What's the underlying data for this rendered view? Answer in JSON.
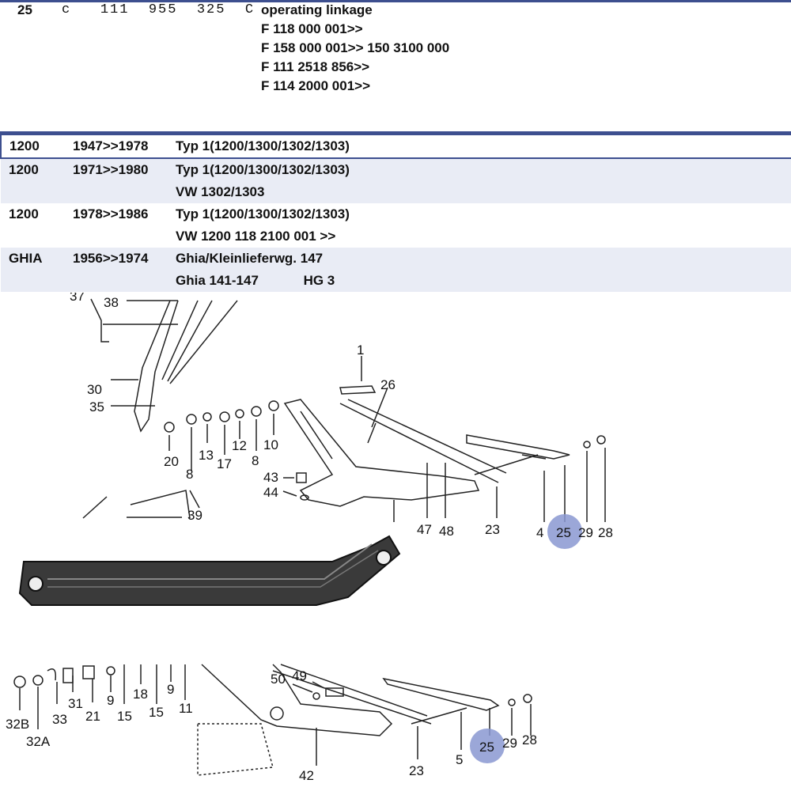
{
  "part": {
    "position": "25",
    "code_letter": "c",
    "number": "111  955  325  C",
    "description_lines": [
      "operating linkage",
      "F 118  000 001>>",
      "F 158  000 001>> 150 3100 000",
      "F 111 2518 856>>",
      "F 114 2000 001>>"
    ]
  },
  "models": [
    {
      "model": "1200",
      "years": "1947>>1978",
      "lines": [
        "Typ 1(1200/1300/1302/1303)"
      ]
    },
    {
      "model": "1200",
      "years": "1971>>1980",
      "lines": [
        "Typ 1(1200/1300/1302/1303)",
        "VW 1302/1303"
      ]
    },
    {
      "model": "1200",
      "years": "1978>>1986",
      "lines": [
        "Typ 1(1200/1300/1302/1303)",
        "VW 1200  118 2100 001 >>"
      ]
    },
    {
      "model": "GHIA",
      "years": "1956>>1974",
      "lines": [
        "Ghia/Kleinlieferwg. 147",
        "Ghia 141-147            HG 3"
      ]
    }
  ],
  "diagram_labels": {
    "upper": [
      "37",
      "38",
      "30",
      "35",
      "1",
      "26",
      "20",
      "8",
      "13",
      "17",
      "12",
      "8",
      "10",
      "43",
      "44",
      "39",
      "47",
      "48",
      "23",
      "4",
      "25",
      "29",
      "28"
    ],
    "lower": [
      "32B",
      "32A",
      "33",
      "31",
      "21",
      "9",
      "15",
      "18",
      "15",
      "9",
      "11",
      "50",
      "49",
      "42",
      "23",
      "5",
      "25",
      "29",
      "28"
    ]
  },
  "highlight_color": "#8a98d1",
  "accent_color": "#3d4f8f"
}
